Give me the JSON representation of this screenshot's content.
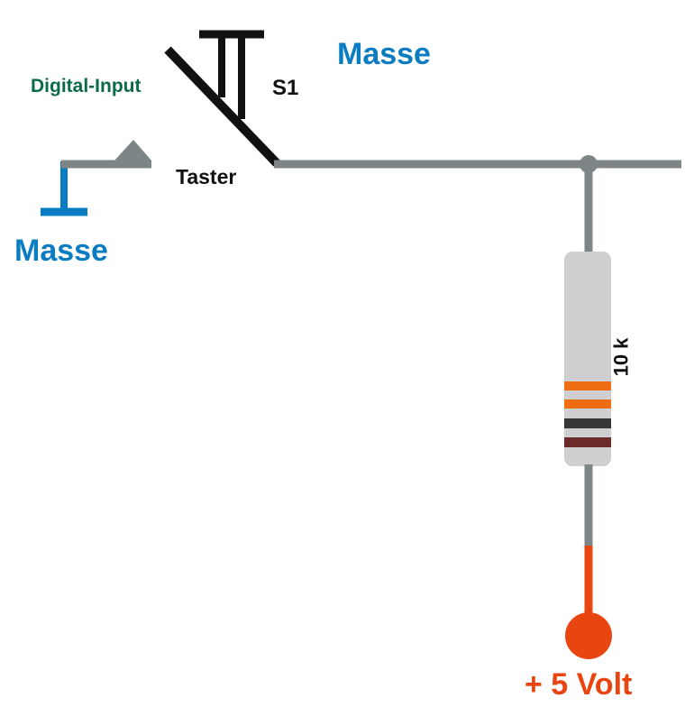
{
  "labels": {
    "masse_top": "Masse",
    "digital_input": "Digital-Input",
    "s1": "S1",
    "taster": "Taster",
    "masse_left": "Masse",
    "resistor_value": "10 k",
    "supply": "+ 5 Volt"
  },
  "colors": {
    "wire": "#7e8587",
    "switch": "#111111",
    "ground": "#0a7cc2",
    "digital_input": "#0b6b47",
    "supply": "#e84510",
    "resistor_body": "#cfcfd1",
    "band_1": "#ef6d12",
    "band_2": "#ef6d12",
    "band_3": "#363638",
    "band_4": "#6b2b2b"
  },
  "resistor": {
    "bands": [
      "orange",
      "orange",
      "black",
      "brown"
    ]
  }
}
